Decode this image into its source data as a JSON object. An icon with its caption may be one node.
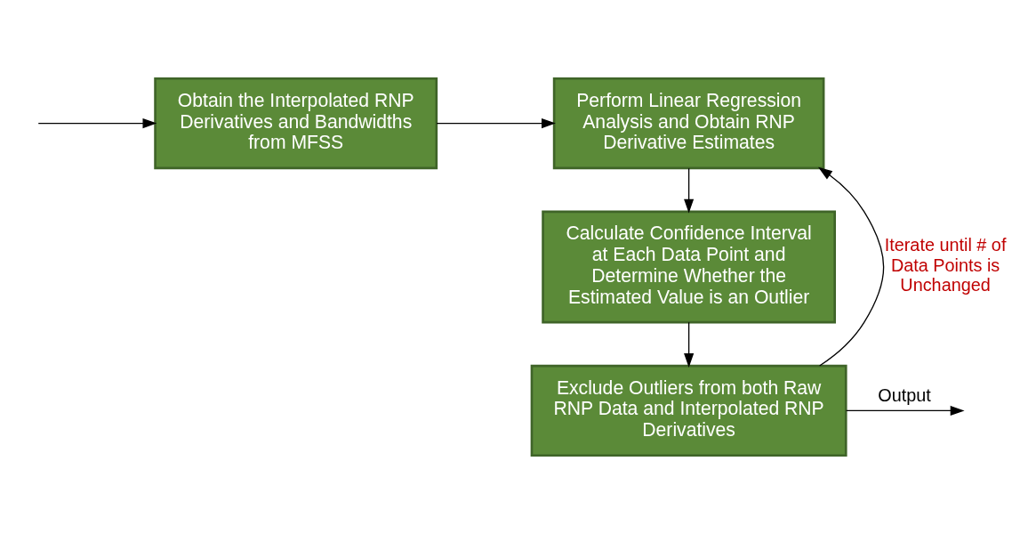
{
  "diagram": {
    "nodes": [
      {
        "text": [
          "Obtain the Interpolated RNP Derivatives and Bandwidths from MFSS"
        ]
      },
      {
        "text": [
          "Perform Linear Regression Analysis and Obtain RNP Derivative Estimates"
        ]
      },
      {
        "text": [
          "Calculate Confidence Interval at Each Data Point and Determine Whether the Estimated Value is an Outlier"
        ]
      },
      {
        "text": [
          "Exclude Outliers from both Raw RNP Data and Interpolated RNP Derivatives"
        ]
      }
    ],
    "edges": [
      {
        "from": null,
        "to": 0,
        "arrow": "to"
      },
      {
        "from": 0,
        "to": 1,
        "arrow": "to"
      },
      {
        "from": 1,
        "to": 2,
        "arrow": "to"
      },
      {
        "from": 2,
        "to": 3,
        "arrow": "to"
      },
      {
        "from": 3,
        "to": 1,
        "arrow": "to",
        "label": "Iterate until # of Data Points is Unchanged"
      },
      {
        "from": 3,
        "to": null,
        "arrow": "to",
        "label": "Output"
      }
    ]
  }
}
